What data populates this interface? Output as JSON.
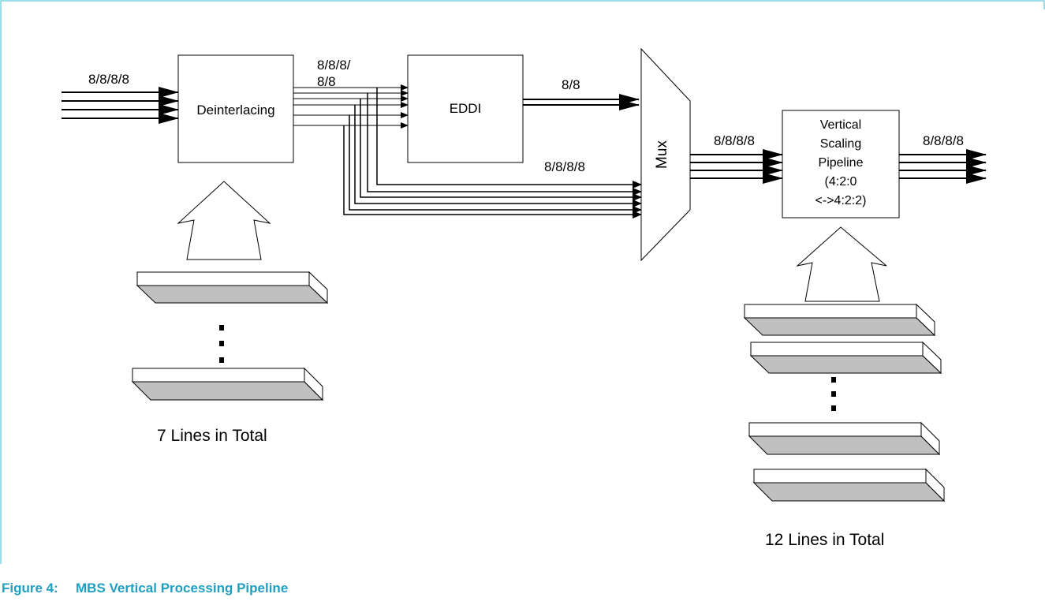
{
  "diagram": {
    "blocks": {
      "deinterlacing": "Deinterlacing",
      "eddi": "EDDI",
      "mux": "Mux",
      "vertical_scaling": [
        "Vertical",
        "Scaling",
        "Pipeline",
        "(4:2:0",
        "<->4:2:2)"
      ]
    },
    "bus_labels": {
      "input": "8/8/8/8",
      "deint_out_line1": "8/8/8/",
      "deint_out_line2": "8/8",
      "eddi_out": "8/8",
      "bypass": "8/8/8/8",
      "mux_out": "8/8/8/8",
      "output": "8/8/8/8"
    },
    "line_buffers": {
      "left_total": "7 Lines in Total",
      "right_total": "12 Lines in Total"
    }
  },
  "caption": {
    "number": "Figure 4:",
    "title": "MBS Vertical Processing Pipeline"
  },
  "colors": {
    "frame": "#7fd3e6",
    "caption": "#1f9fc0",
    "buffer_fill": "#c0c0c0"
  }
}
